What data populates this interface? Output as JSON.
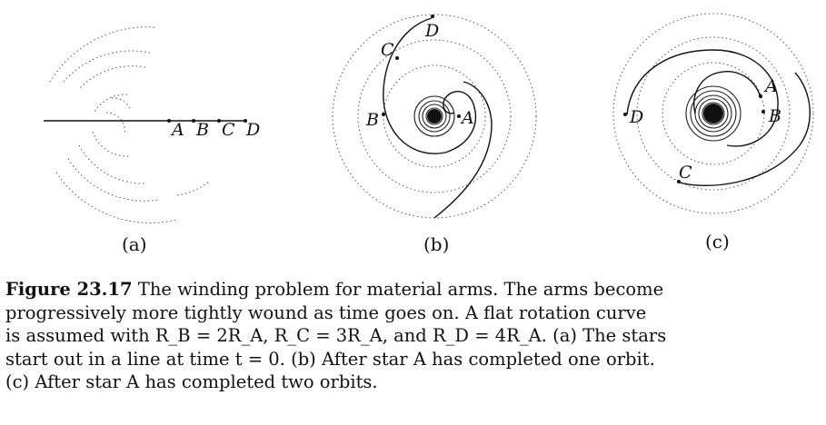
{
  "figure": {
    "panels": [
      {
        "label": "(a)",
        "stars": [
          "A",
          "B",
          "C",
          "D"
        ]
      },
      {
        "label": "(b)",
        "stars": [
          "A",
          "B",
          "C",
          "D"
        ]
      },
      {
        "label": "(c)",
        "stars": [
          "A",
          "B",
          "C",
          "D"
        ]
      }
    ]
  },
  "caption": {
    "number": "Figure 23.17",
    "text": " The winding problem for material arms. The arms become\nprogressively more tightly wound as time goes on. A flat rotation curve\nis assumed with R_B = 2R_A, R_C = 3R_A, and R_D = 4R_A. (a) The stars\nstart out in a line at time t = 0. (b) After star A has completed one orbit.\n(c) After star A has completed two orbits."
  }
}
